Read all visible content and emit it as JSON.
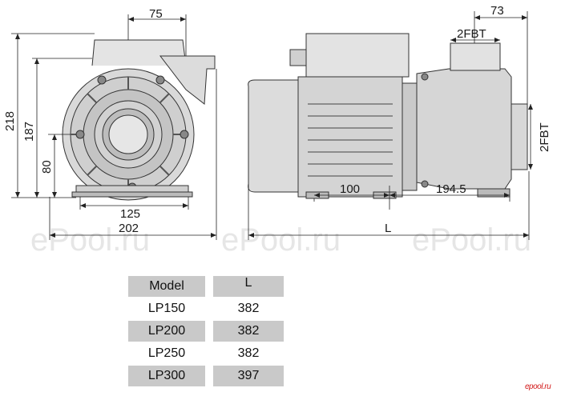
{
  "watermark": "ePool.ru",
  "brand_mark": "epool.ru",
  "dimensions": {
    "top_width_left": "75",
    "height_total": "218",
    "height_body": "187",
    "height_axis": "80",
    "base_inner": "125",
    "base_outer": "202",
    "top_right": "73",
    "outlet_thread": "2FBT",
    "inlet_thread": "2FBT",
    "foot_spacing": "100",
    "pump_offset": "194.5",
    "length_symbol": "L"
  },
  "table": {
    "header": {
      "model": "Model",
      "length": "L"
    },
    "rows": [
      {
        "model": "LP150",
        "length": "382"
      },
      {
        "model": "LP200",
        "length": "382"
      },
      {
        "model": "LP250",
        "length": "382"
      },
      {
        "model": "LP300",
        "length": "397"
      }
    ]
  }
}
